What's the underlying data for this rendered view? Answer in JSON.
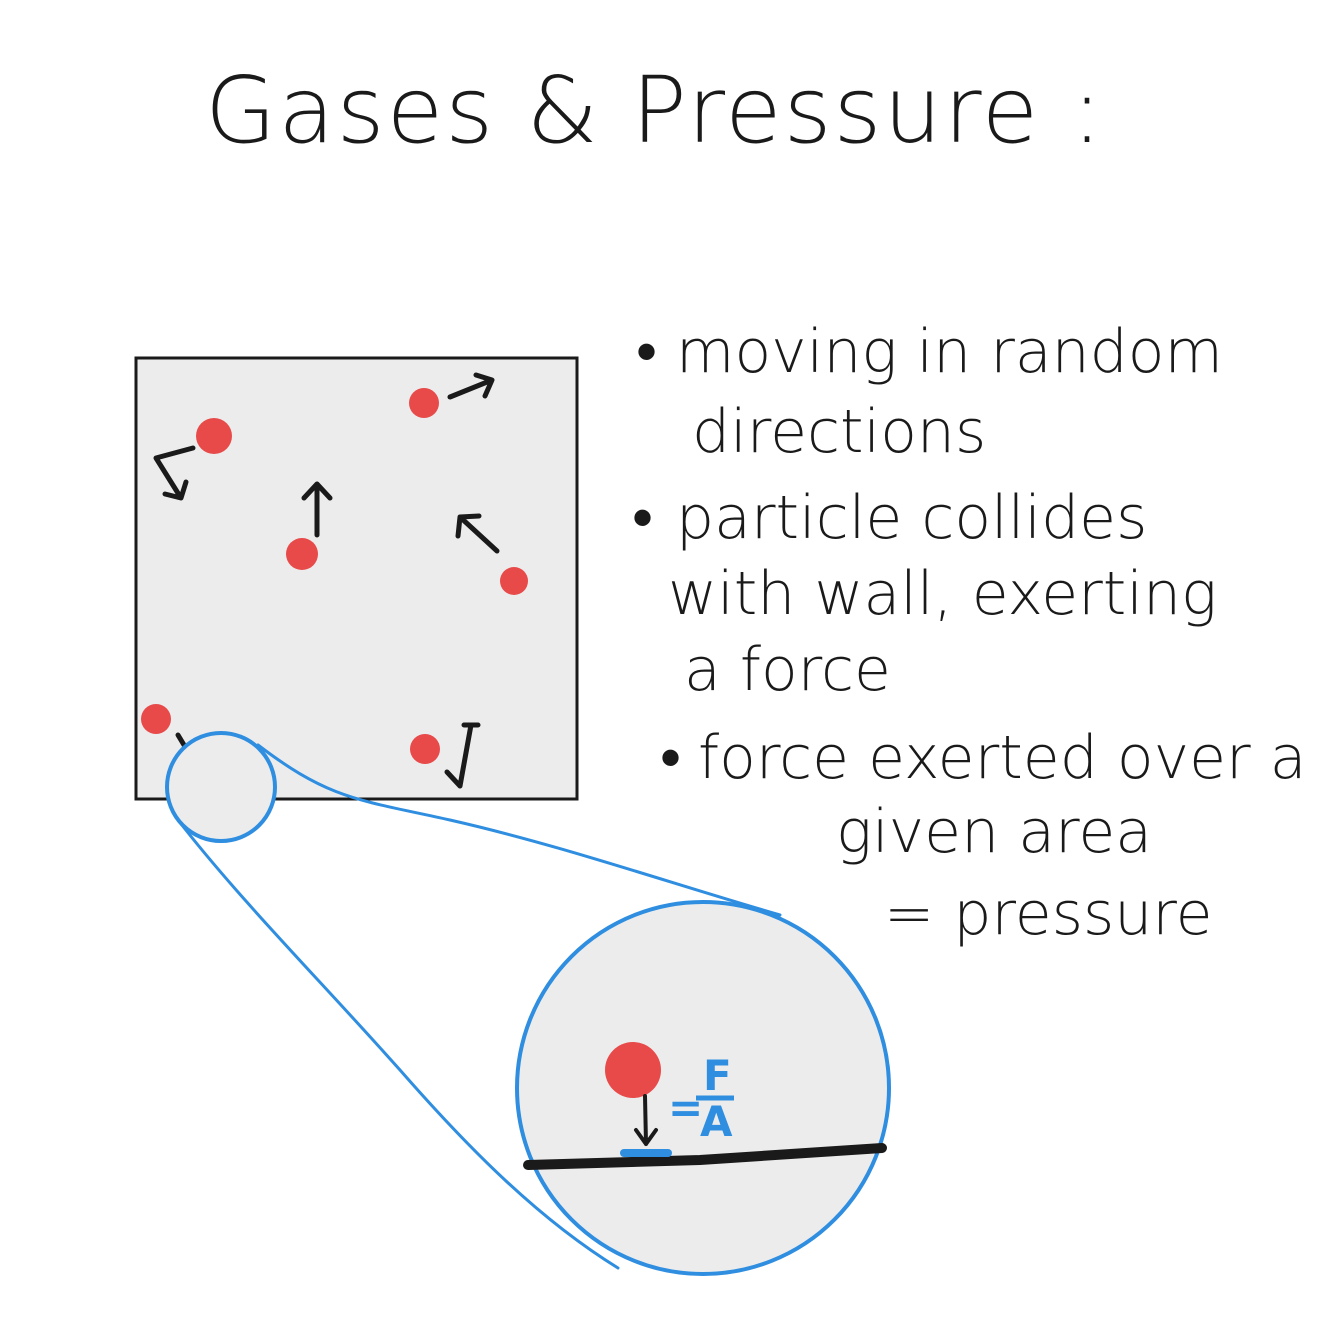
{
  "title": "Gases & Pressure :",
  "notes": [
    {
      "bullet": "•",
      "lines": [
        "moving in random",
        "directions"
      ]
    },
    {
      "bullet": "•",
      "lines": [
        "particle collides",
        "with wall, exerting",
        "a force"
      ]
    },
    {
      "bullet": "•",
      "lines": [
        "force exerted over a",
        "given area",
        "= pressure"
      ]
    }
  ],
  "zoom_formula": {
    "equals": "=",
    "numerator": "F",
    "denominator": "A"
  },
  "colors": {
    "ink": "#1a1a1a",
    "particle": "#e84a4a",
    "container_fill": "#ececec",
    "zoom_outline": "#2f8ee0"
  }
}
